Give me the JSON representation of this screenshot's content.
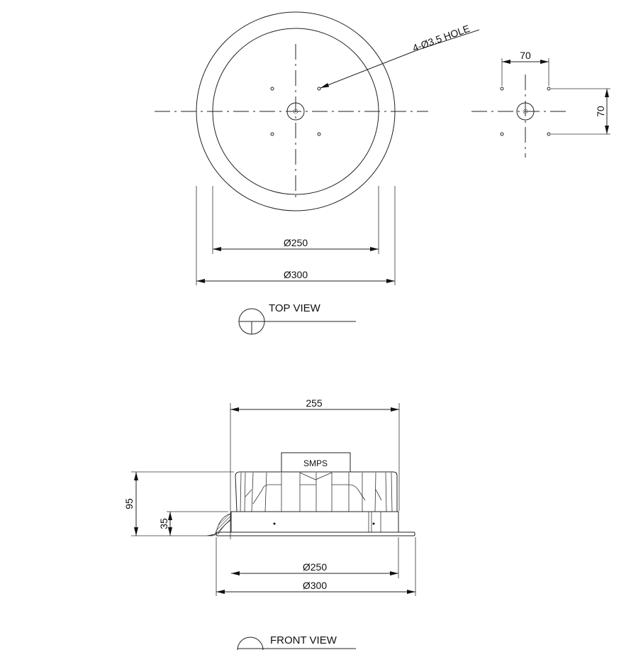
{
  "top_view": {
    "title": "TOP VIEW",
    "hole_note": "4-Ø3.5 HOLE",
    "dim_inner": "Ø250",
    "dim_outer": "Ø300"
  },
  "hole_detail": {
    "dim_horizontal": "70",
    "dim_vertical": "70"
  },
  "front_view": {
    "title": "FRONT VIEW",
    "component_label": "SMPS",
    "dim_width": "255",
    "dim_height_total": "95",
    "dim_height_base": "35",
    "dim_inner": "Ø250",
    "dim_outer": "Ø300"
  }
}
